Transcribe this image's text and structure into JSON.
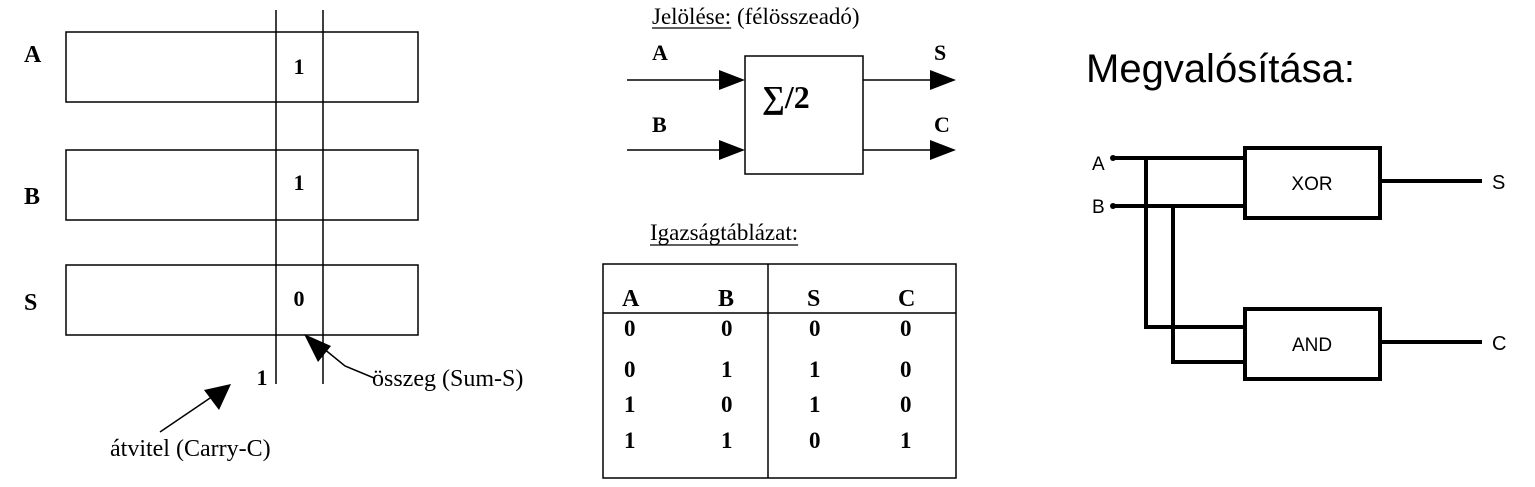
{
  "left_diagram": {
    "label_a": "A",
    "label_b": "B",
    "label_s": "S",
    "value_a": "1",
    "value_b": "1",
    "value_s": "0",
    "carry_value": "1",
    "sum_annotation": "összeg (Sum-S)",
    "carry_annotation": "átvitel (Carry-C)"
  },
  "symbol": {
    "title_underlined": "Jelölése:",
    "title_rest": " (félösszeadó)",
    "input_a": "A",
    "input_b": "B",
    "output_s": "S",
    "output_c": "C",
    "block_label": "∑/2"
  },
  "truth_table": {
    "title": "Igazságtáblázat:",
    "headers": [
      "A",
      "B",
      "S",
      "C"
    ],
    "rows": [
      [
        "0",
        "0",
        "0",
        "0"
      ],
      [
        "0",
        "1",
        "1",
        "0"
      ],
      [
        "1",
        "0",
        "1",
        "0"
      ],
      [
        "1",
        "1",
        "0",
        "1"
      ]
    ]
  },
  "implementation": {
    "title": "Megvalósítása:",
    "input_a": "A",
    "input_b": "B",
    "xor_gate": "XOR",
    "and_gate": "AND",
    "output_s": "S",
    "output_c": "C"
  }
}
